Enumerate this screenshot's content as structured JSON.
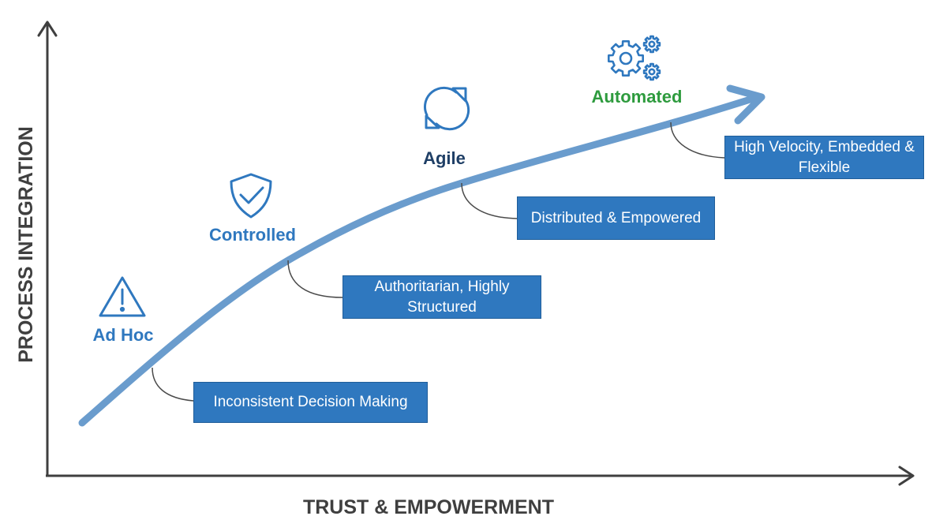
{
  "axes": {
    "x_label": "TRUST & EMPOWERMENT",
    "y_label": "PROCESS INTEGRATION"
  },
  "colors": {
    "axis": "#3f3f3f",
    "curve": "#6a9ccd",
    "stage_blue": "#2f78bf",
    "stage_navy": "#1f3f66",
    "stage_green": "#2e9b3e",
    "box_fill": "#2f78bf",
    "connector": "#4a4a4a"
  },
  "stages": [
    {
      "label": "Ad Hoc",
      "icon": "warning-triangle-icon",
      "description": "Inconsistent Decision Making"
    },
    {
      "label": "Controlled",
      "icon": "shield-check-icon",
      "description": "Authoritarian, Highly Structured"
    },
    {
      "label": "Agile",
      "icon": "refresh-arrows-icon",
      "description": "Distributed & Empowered"
    },
    {
      "label": "Automated",
      "icon": "gears-icon",
      "description": "High Velocity, Embedded & Flexible"
    }
  ]
}
